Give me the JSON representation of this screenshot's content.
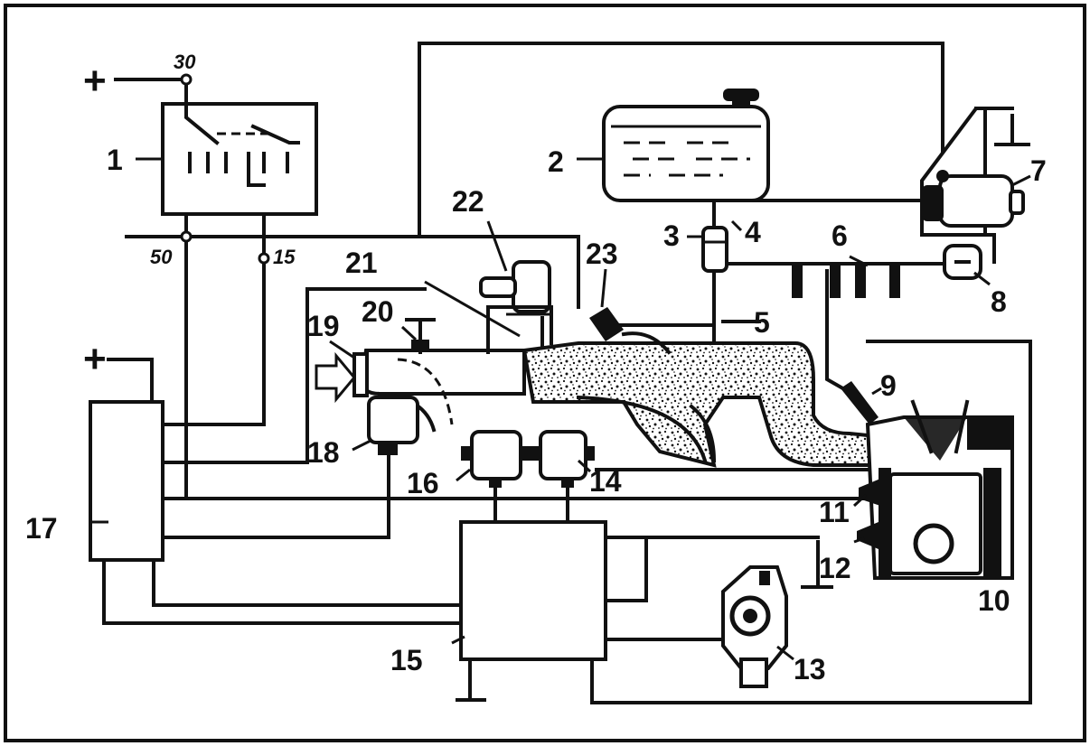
{
  "diagram": {
    "callouts": [
      "1",
      "2",
      "3",
      "4",
      "5",
      "6",
      "7",
      "8",
      "9",
      "10",
      "11",
      "12",
      "13",
      "14",
      "15",
      "16",
      "17",
      "18",
      "19",
      "20",
      "21",
      "22",
      "23"
    ],
    "terminals": {
      "t30": "30",
      "t50": "50",
      "t15": "15"
    },
    "supply_symbols": {
      "switch_supply": "+",
      "unit17_supply": "+"
    }
  },
  "colors": {
    "ink": "#111111",
    "paper": "#ffffff"
  }
}
